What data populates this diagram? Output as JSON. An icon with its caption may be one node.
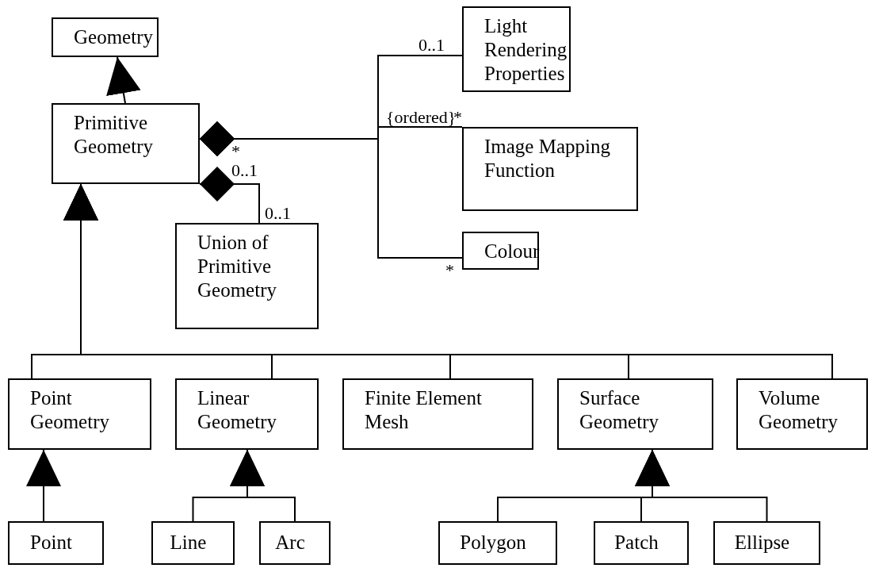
{
  "diagram": {
    "nodes": [
      {
        "text": [
          "Geometry"
        ]
      },
      {
        "text": [
          "Primitive Geometry"
        ]
      },
      {
        "text": [
          "Light Rendering Properties"
        ]
      },
      {
        "text": [
          "Image Mapping Function"
        ]
      },
      {
        "text": [
          "Colour"
        ]
      },
      {
        "text": [
          "Union of Primitive Geometry"
        ]
      },
      {
        "text": [
          "Point Geometry"
        ]
      },
      {
        "text": [
          "Linear Geometry"
        ]
      },
      {
        "text": [
          "Finite Element Mesh"
        ]
      },
      {
        "text": [
          "Surface Geometry"
        ]
      },
      {
        "text": [
          "Volume Geometry"
        ]
      },
      {
        "text": [
          "Point"
        ]
      },
      {
        "text": [
          "Line"
        ]
      },
      {
        "text": [
          "Arc"
        ]
      },
      {
        "text": [
          "Polygon"
        ]
      },
      {
        "text": [
          "Patch"
        ]
      },
      {
        "text": [
          "Ellipse"
        ]
      }
    ],
    "edges": [
      {
        "from": 1,
        "to": 0,
        "arrow": "to"
      },
      {
        "from": 1,
        "to": 2,
        "arrow": "other"
      },
      {
        "from": 1,
        "to": 3,
        "arrow": "other"
      },
      {
        "from": 1,
        "to": 4,
        "arrow": "other"
      },
      {
        "from": 1,
        "to": 5,
        "arrow": "other"
      },
      {
        "from": 6,
        "to": 1,
        "arrow": "to"
      },
      {
        "from": 7,
        "to": 1,
        "arrow": "to"
      },
      {
        "from": 8,
        "to": 1,
        "arrow": "to"
      },
      {
        "from": 9,
        "to": 1,
        "arrow": "to"
      },
      {
        "from": 10,
        "to": 1,
        "arrow": "to"
      },
      {
        "from": 11,
        "to": 6,
        "arrow": "to"
      },
      {
        "from": 12,
        "to": 7,
        "arrow": "to"
      },
      {
        "from": 13,
        "to": 7,
        "arrow": "to"
      },
      {
        "from": 14,
        "to": 9,
        "arrow": "to"
      },
      {
        "from": 15,
        "to": 9,
        "arrow": "to"
      },
      {
        "from": 16,
        "to": 9,
        "arrow": "to"
      }
    ],
    "labels": [
      "0..1",
      "{ordered}",
      "*",
      "*",
      "0..1",
      "0..1",
      "*"
    ]
  }
}
